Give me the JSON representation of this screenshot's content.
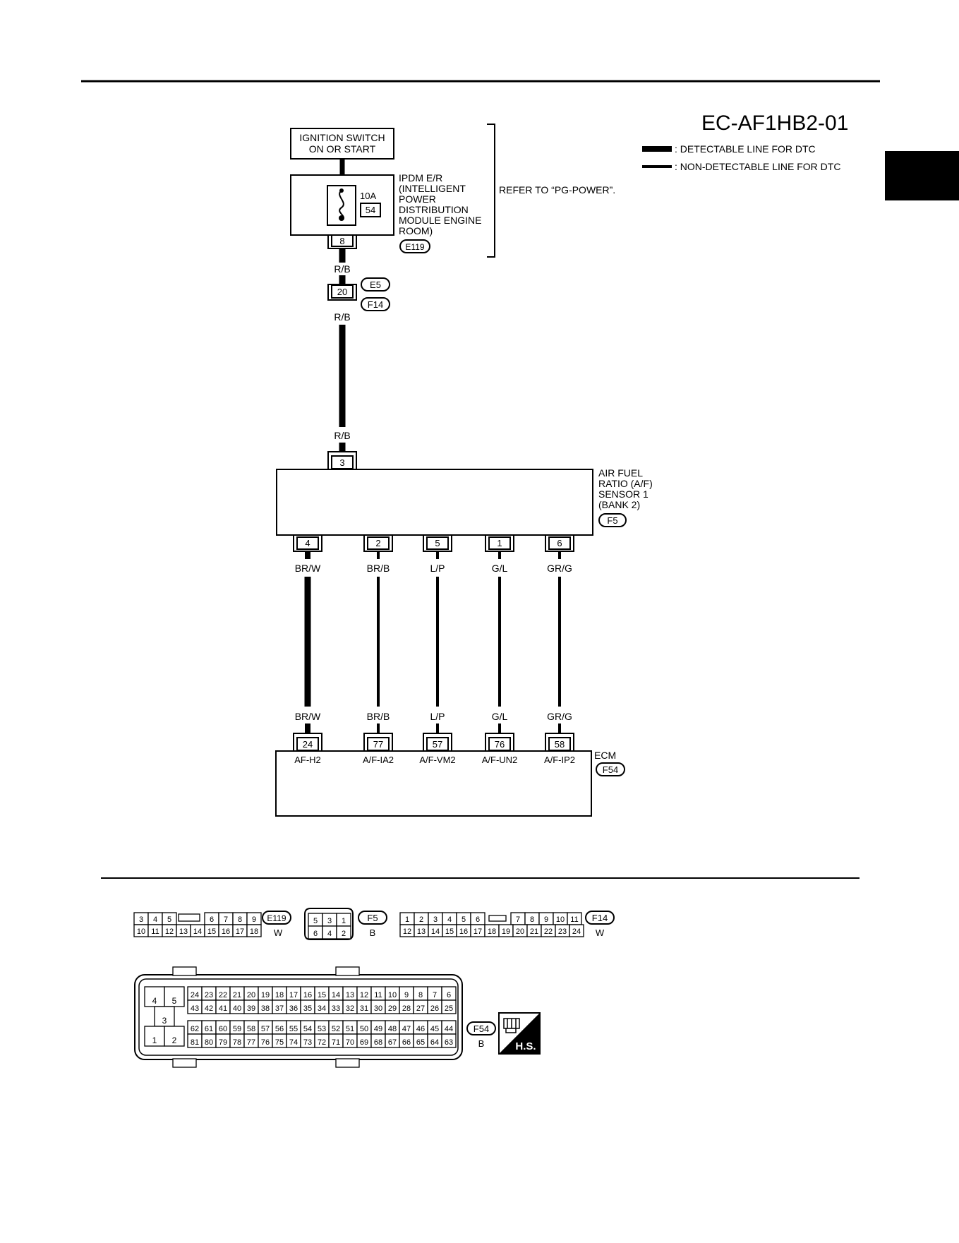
{
  "diagram_code": "EC-AF1HB2-01",
  "legend": {
    "detectable": ": DETECTABLE LINE FOR DTC",
    "non_detectable": ": NON-DETECTABLE LINE FOR DTC"
  },
  "ignition": {
    "line1": "IGNITION SWITCH",
    "line2": "ON OR START"
  },
  "ipdm": {
    "lines": [
      "IPDM E/R",
      "(INTELLIGENT",
      "POWER",
      "DISTRIBUTION",
      "MODULE ENGINE",
      "ROOM)"
    ],
    "fuse_amp": "10A",
    "fuse_no": "54",
    "terminal": "8",
    "connector": "E119"
  },
  "refer": "REFER TO “PG-POWER”.",
  "wire_rb": "R/B",
  "joint": {
    "terminal": "20",
    "connector_top": "E5",
    "connector_bottom": "F14"
  },
  "sensor": {
    "lines": [
      "AIR FUEL",
      "RATIO (A/F)",
      "SENSOR 1",
      "(BANK 2)"
    ],
    "connector": "F5",
    "top_terminal": "3",
    "terminals": [
      "4",
      "2",
      "5",
      "1",
      "6"
    ]
  },
  "wires": [
    "BR/W",
    "BR/B",
    "L/P",
    "G/L",
    "GR/G"
  ],
  "ecm": {
    "label": "ECM",
    "connector": "F54",
    "terminals": [
      "24",
      "77",
      "57",
      "76",
      "58"
    ],
    "signals": [
      "AF-H2",
      "A/F-IA2",
      "A/F-VM2",
      "A/F-UN2",
      "A/F-IP2"
    ]
  },
  "connectors": {
    "e119": {
      "name": "E119",
      "color": "W",
      "top": [
        "3",
        "4",
        "5",
        "6",
        "7",
        "8",
        "9"
      ],
      "bottom": [
        "10",
        "11",
        "12",
        "13",
        "14",
        "15",
        "16",
        "17",
        "18"
      ]
    },
    "f5": {
      "name": "F5",
      "color": "B",
      "top": [
        "5",
        "3",
        "1"
      ],
      "bottom": [
        "6",
        "4",
        "2"
      ]
    },
    "f14": {
      "name": "F14",
      "color": "W",
      "top": [
        "1",
        "2",
        "3",
        "4",
        "5",
        "6",
        "7",
        "8",
        "9",
        "10",
        "11"
      ],
      "bottom": [
        "12",
        "13",
        "14",
        "15",
        "16",
        "17",
        "18",
        "19",
        "20",
        "21",
        "22",
        "23",
        "24"
      ]
    },
    "f54": {
      "name": "F54",
      "color": "B",
      "left": [
        "4",
        "5",
        "3",
        "1",
        "2"
      ],
      "row1": [
        "24",
        "23",
        "22",
        "21",
        "20",
        "19",
        "18",
        "17",
        "16",
        "15",
        "14",
        "13",
        "12",
        "11",
        "10",
        "9",
        "8",
        "7",
        "6"
      ],
      "row2": [
        "43",
        "42",
        "41",
        "40",
        "39",
        "38",
        "37",
        "36",
        "35",
        "34",
        "33",
        "32",
        "31",
        "30",
        "29",
        "28",
        "27",
        "26",
        "25"
      ],
      "row3": [
        "62",
        "61",
        "60",
        "59",
        "58",
        "57",
        "56",
        "55",
        "54",
        "53",
        "52",
        "51",
        "50",
        "49",
        "48",
        "47",
        "46",
        "45",
        "44"
      ],
      "row4": [
        "81",
        "80",
        "79",
        "78",
        "77",
        "76",
        "75",
        "74",
        "73",
        "72",
        "71",
        "70",
        "69",
        "68",
        "67",
        "66",
        "65",
        "64",
        "63"
      ]
    }
  },
  "hs_badge": "H.S.",
  "hs_icon": "connector-icon"
}
